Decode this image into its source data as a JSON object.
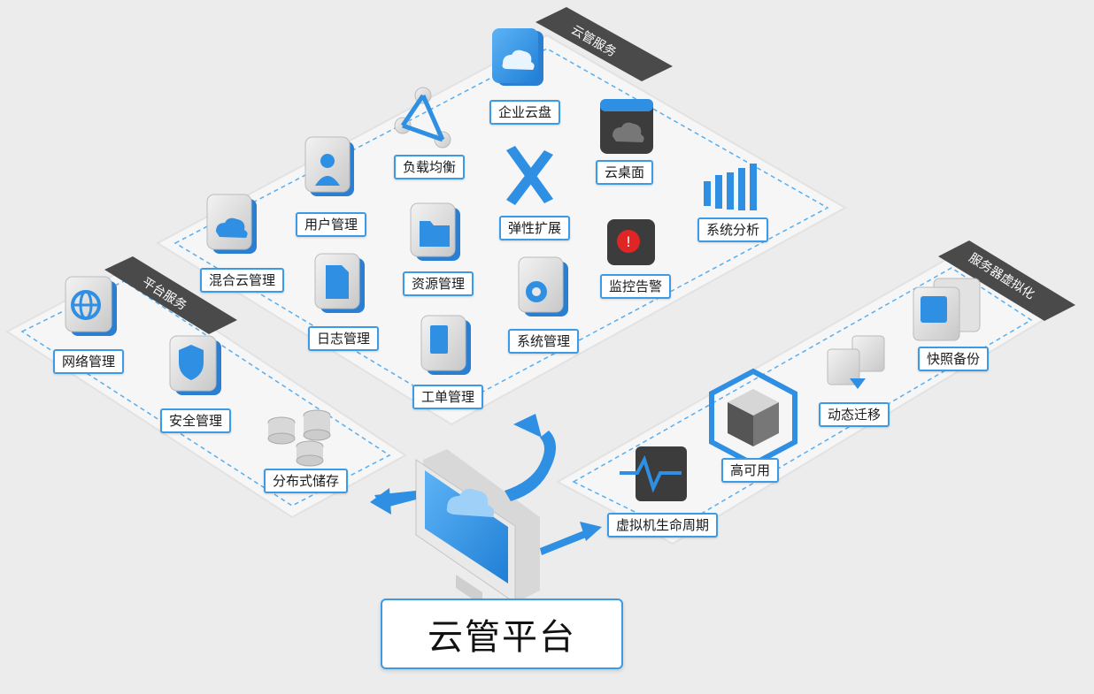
{
  "sections": {
    "cloud_service": "云管服务",
    "platform_service": "平台服务",
    "server_virtualization": "服务器虚拟化"
  },
  "main_title": "云管平台",
  "cloud_service_items": {
    "enterprise_disk": "企业云盘",
    "load_balance": "负载均衡",
    "cloud_desktop": "云桌面",
    "user_mgmt": "用户管理",
    "elastic_scale": "弹性扩展",
    "system_analysis": "系统分析",
    "hybrid_cloud": "混合云管理",
    "resource_mgmt": "资源管理",
    "monitor_alert": "监控告警",
    "log_mgmt": "日志管理",
    "system_mgmt": "系统管理",
    "ticket_mgmt": "工单管理"
  },
  "platform_items": {
    "network_mgmt": "网络管理",
    "security_mgmt": "安全管理",
    "distributed_storage": "分布式储存"
  },
  "virtualization_items": {
    "snapshot_backup": "快照备份",
    "live_migration": "动态迁移",
    "high_availability": "高可用",
    "vm_lifecycle": "虚拟机生命周期"
  },
  "icons": [
    "cloud-icon",
    "network-nodes-icon",
    "desktop-cloud-icon",
    "user-icon",
    "scale-arrows-icon",
    "bar-chart-icon",
    "folder-icon",
    "alert-icon",
    "document-icon",
    "gear-icon",
    "clipboard-icon",
    "globe-icon",
    "shield-icon",
    "database-icon",
    "copy-icon",
    "migrate-icon",
    "cube-icon",
    "heartbeat-icon",
    "monitor-cloud-icon"
  ],
  "colors": {
    "accent": "#3b9be6",
    "tile_blue": "#2f8fe3",
    "tag_bg": "#4a4a4a",
    "background": "#ececec"
  }
}
